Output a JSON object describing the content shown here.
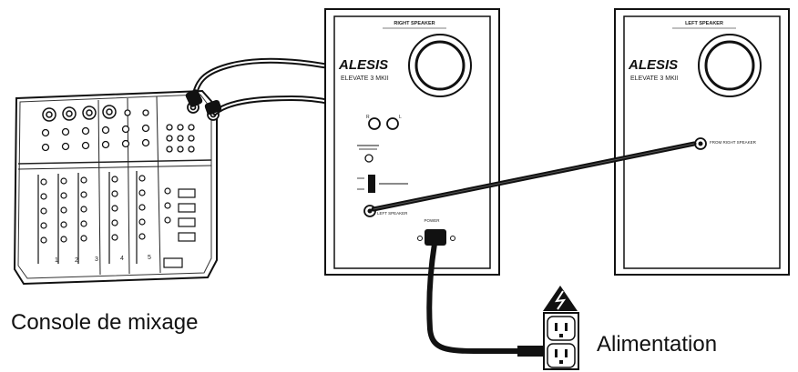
{
  "labels": {
    "mixer": "Console de mixage",
    "power": "Alimentation"
  },
  "right_speaker": {
    "header": "RIGHT SPEAKER",
    "brand": "ALESIS",
    "model": "ELEVATE 3 MKII",
    "input_l": "L",
    "input_r": "R",
    "power_label": "POWER",
    "output_label": "LEFT SPEAKER"
  },
  "left_speaker": {
    "header": "LEFT SPEAKER",
    "brand": "ALESIS",
    "model": "ELEVATE 3 MKII",
    "input_label": "FROM RIGHT SPEAKER"
  },
  "mixer": {
    "channel_numbers": [
      "1",
      "2",
      "3",
      "4",
      "5"
    ]
  },
  "colors": {
    "line": "#111111",
    "background": "#ffffff"
  },
  "icons": {
    "warning": "high-voltage-warning-icon",
    "outlet": "power-outlet-icon"
  }
}
